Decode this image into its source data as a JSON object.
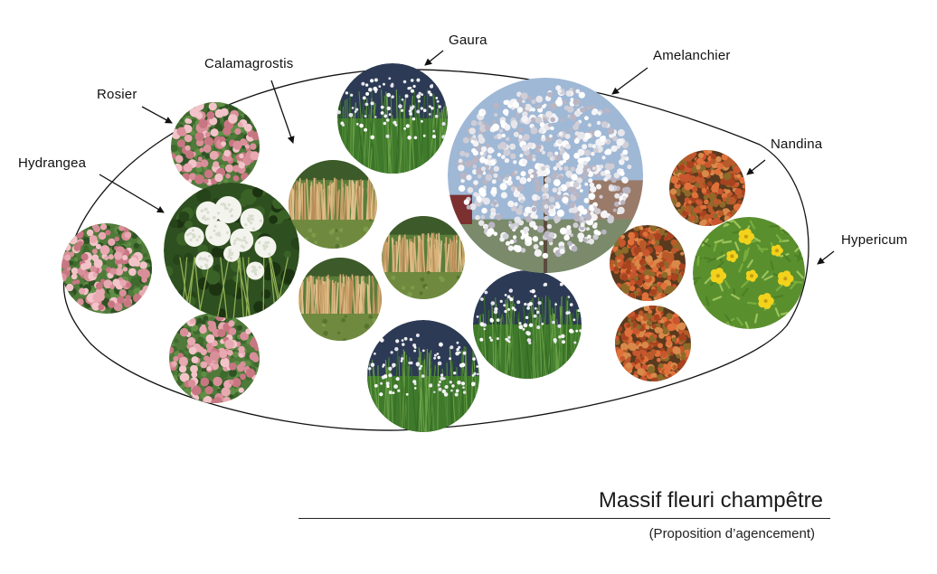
{
  "diagram": {
    "title": "Massif fleuri champêtre",
    "subtitle": "(Proposition d’agencement)",
    "plants": {
      "rosier": "Rosier",
      "calamagrostis": "Calamagrostis",
      "gaura": "Gaura",
      "amelanchier": "Amelanchier",
      "nandina": "Nandina",
      "hydrangea": "Hydrangea",
      "hypericum": "Hypericum"
    },
    "colors": {
      "rosier": "#d98f9a",
      "rosier_leaf": "#4f7a3a",
      "hydrangea": "#f4f4ee",
      "hydrangea_leaf": "#2e4f1f",
      "calamagrostis": "#c9a06a",
      "calamagrostis_base": "#6f8a3e",
      "gaura_sky": "#2c3a55",
      "gaura_leaf": "#3f7a2c",
      "gaura_flower": "#ffffff",
      "amelanchier": "#e7e6ea",
      "amelanchier_sky": "#9fb8d6",
      "nandina": "#c9562e",
      "hypericum_leaf": "#5a8f2e",
      "hypericum_flower": "#f2d21b",
      "outline": "#111111"
    }
  }
}
